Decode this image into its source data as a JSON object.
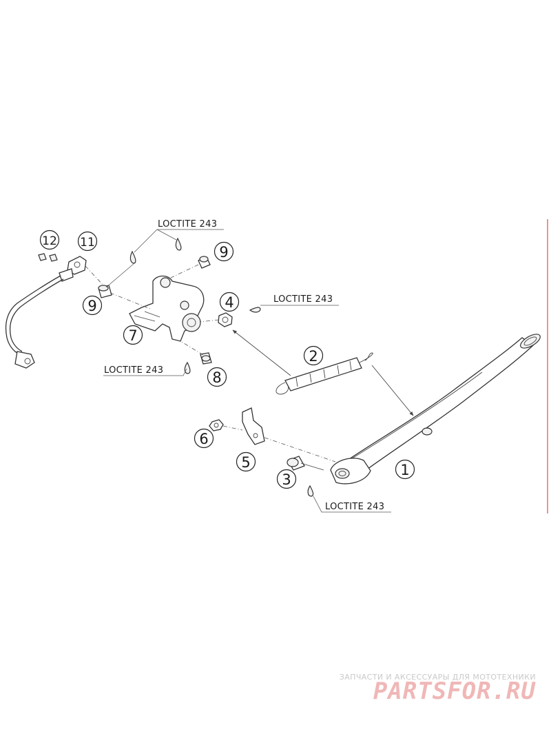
{
  "callouts": {
    "p1": "1",
    "p2": "2",
    "p3": "3",
    "p4": "4",
    "p5": "5",
    "p6": "6",
    "p7": "7",
    "p8": "8",
    "p9a": "9",
    "p9b": "9",
    "p11": "11",
    "p12": "12"
  },
  "loctite": {
    "top": "LOCTITE 243",
    "right": "LOCTITE 243",
    "left": "LOCTITE 243",
    "bottom": "LOCTITE 243"
  },
  "watermark": {
    "subtitle": "ЗАПЧАСТИ И АКСЕССУАРЫ ДЛЯ МОТОТЕХНИКИ",
    "brand": "PARTSFOR.RU",
    "color": "#f0b7b7"
  }
}
